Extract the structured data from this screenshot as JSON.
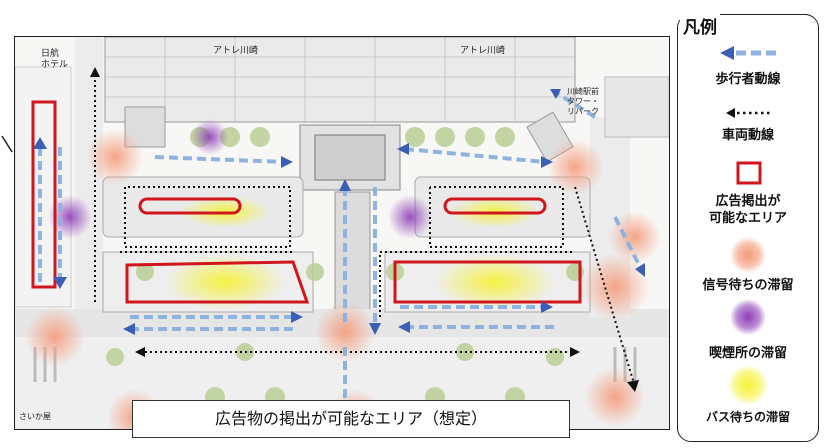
{
  "legend": {
    "title": "凡例",
    "pedestrian": "歩行者動線",
    "vehicle": "車両動線",
    "ad_area": "広告掲出が\n可能なエリア",
    "signal_wait": "信号待ちの滞留",
    "smoking": "喫煙所の滞留",
    "bus_wait": "バス待ちの滞留"
  },
  "map_labels": {
    "nikko_hotel": "日航\nホテル",
    "atre_left": "アトレ川崎",
    "atre_right": "アトレ川崎",
    "tower": "川崎駅前\nタワー・\nリバーク",
    "saikaya": "さいか屋"
  },
  "caption": "広告物の掲出が可能なエリア（想定）",
  "colors": {
    "pedestrian_arrow": "#3a5fb5",
    "pedestrian_dash": "#8fb3e0",
    "vehicle_arrow": "#111111",
    "ad_outline": "#d0161c",
    "signal_glow": "#f6a58a",
    "smoking_glow": "#9b4fc1",
    "bus_glow": "#f2ee3c"
  }
}
